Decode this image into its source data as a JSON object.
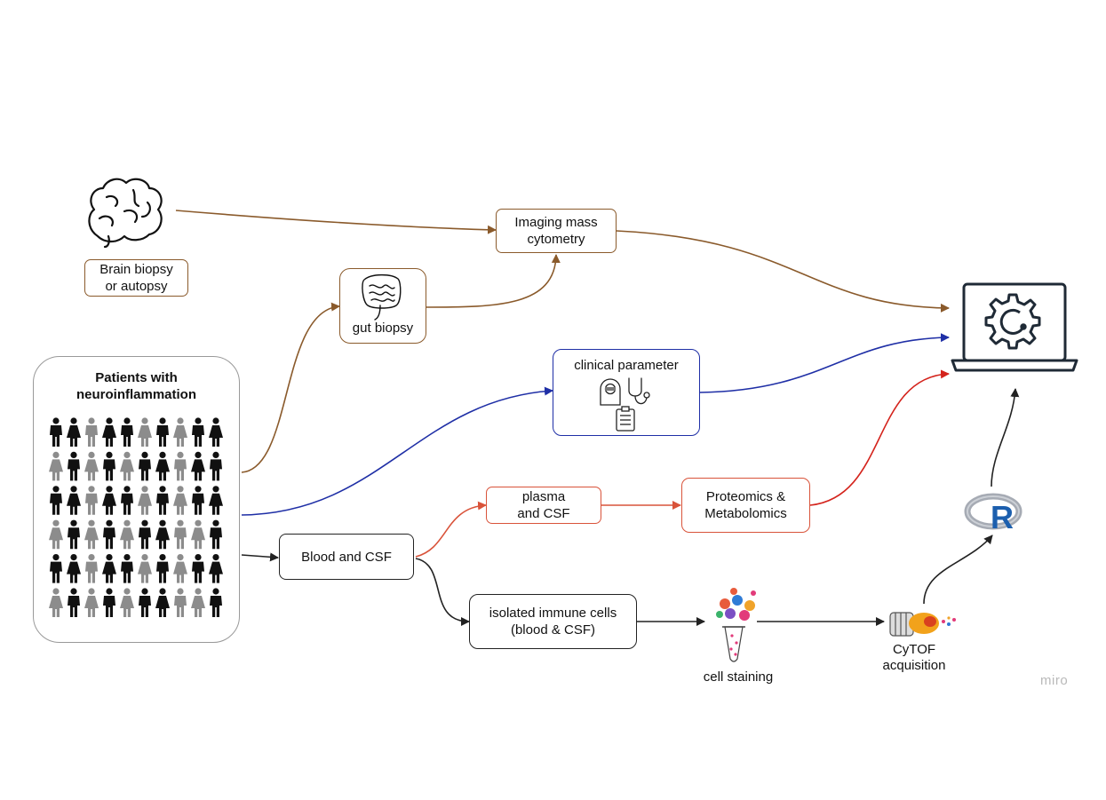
{
  "nodes": {
    "brain_biopsy": "Brain biopsy\nor autopsy",
    "imaging_mass_cytometry": "Imaging mass\ncytometry",
    "gut_biopsy": "gut biopsy",
    "patients_title": "Patients with\nneuroinflammation",
    "clinical_parameter": "clinical parameter",
    "plasma_csf": "plasma\nand CSF",
    "proteomics": "Proteomics &\nMetabolomics",
    "blood_csf": "Blood and CSF",
    "isolated_cells": "isolated immune cells\n(blood & CSF)",
    "cell_staining": "cell staining",
    "cytof": "CyTOF\nacquisition"
  },
  "r_logo": "R",
  "watermark": "miro",
  "colors": {
    "brown": "#8a5a2b",
    "blue": "#1f2fa6",
    "red": "#d9533a",
    "arrow_red": "#d4231c",
    "black": "#222222",
    "person_dark": "#111111",
    "person_grey": "#8c8c8c"
  },
  "people_grid": {
    "rows": 6,
    "cols": 10,
    "pattern": [
      "DDGDDGDGDD",
      "GDGDGDDGDD",
      "DDGDDGDGDD",
      "GDGDGDDGGD",
      "DDGDDGDGDD",
      "GDGDGDDGGD"
    ]
  }
}
